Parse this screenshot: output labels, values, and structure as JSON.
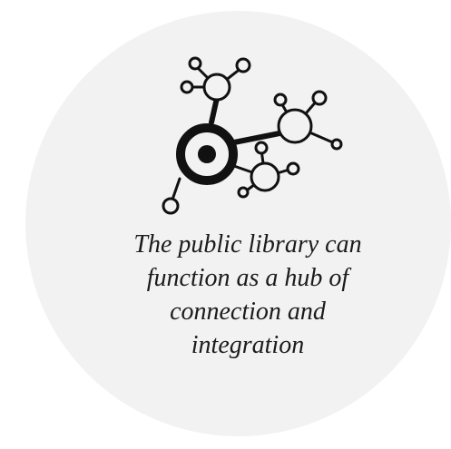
{
  "icon": "network-hub-icon",
  "colors": {
    "circle_background": "#f2f2f2",
    "ink": "#111111"
  },
  "caption": {
    "lines": [
      "The public library can",
      "function as a hub of",
      "connection and",
      "integration"
    ]
  }
}
